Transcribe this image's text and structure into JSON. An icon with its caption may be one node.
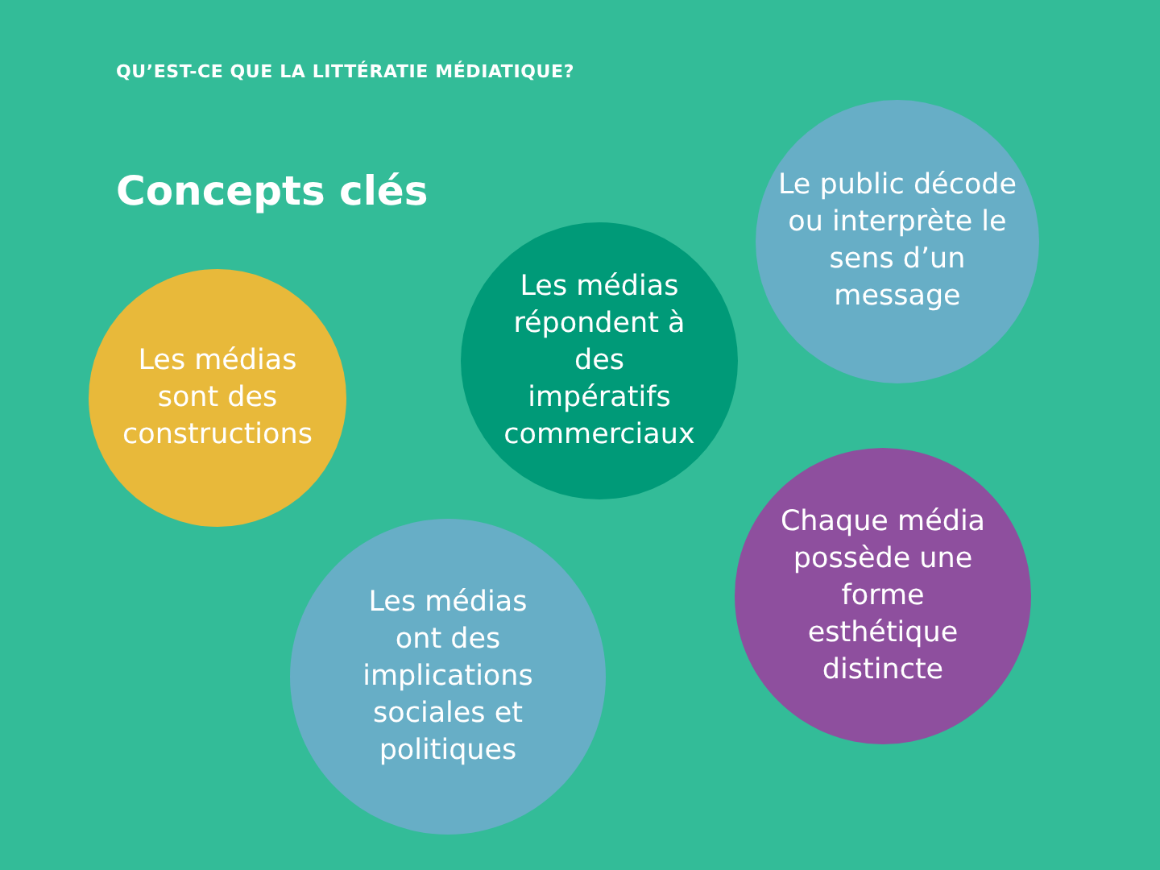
{
  "diagram": {
    "title": "Concepts clés",
    "nodes": [
      {
        "text": [
          "Le public décode ou interprète le sens d’un message"
        ]
      },
      {
        "text": [
          "Les médias répondent à des impératifs commerciaux"
        ]
      },
      {
        "text": [
          "Les médias sont des constructions"
        ]
      },
      {
        "text": [
          "Chaque média possède une forme esthétique distincte"
        ]
      },
      {
        "text": [
          "Les médias ont des implications sociales et politiques"
        ]
      }
    ],
    "edges": [],
    "labels": [
      "QU’EST-CE QUE LA LITTÉRATIE MÉDIATIQUE?"
    ]
  }
}
